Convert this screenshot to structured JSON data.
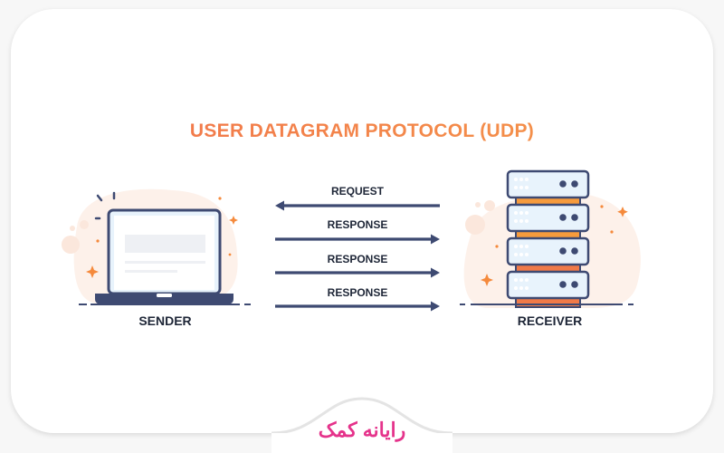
{
  "title": "USER DATAGRAM PROTOCOL (UDP)",
  "colors": {
    "title_start": "#f1704b",
    "title_end": "#f59a4a",
    "navy": "#3e4a72",
    "text_dark": "#1e2637",
    "screen_fill": "#e8f3fc",
    "orange": "#f79b3c",
    "orange_dark": "#f07a48",
    "brand_pink": "#e5338b"
  },
  "sender": {
    "label": "SENDER",
    "icon": "laptop-icon"
  },
  "receiver": {
    "label": "RECEIVER",
    "icon": "server-rack-icon"
  },
  "messages": [
    {
      "label": "REQUEST",
      "direction": "to-sender"
    },
    {
      "label": "RESPONSE",
      "direction": "to-receiver"
    },
    {
      "label": "RESPONSE",
      "direction": "to-receiver"
    },
    {
      "label": "RESPONSE",
      "direction": "to-receiver"
    }
  ],
  "brand": {
    "logo_text": "رایانه کمک"
  }
}
